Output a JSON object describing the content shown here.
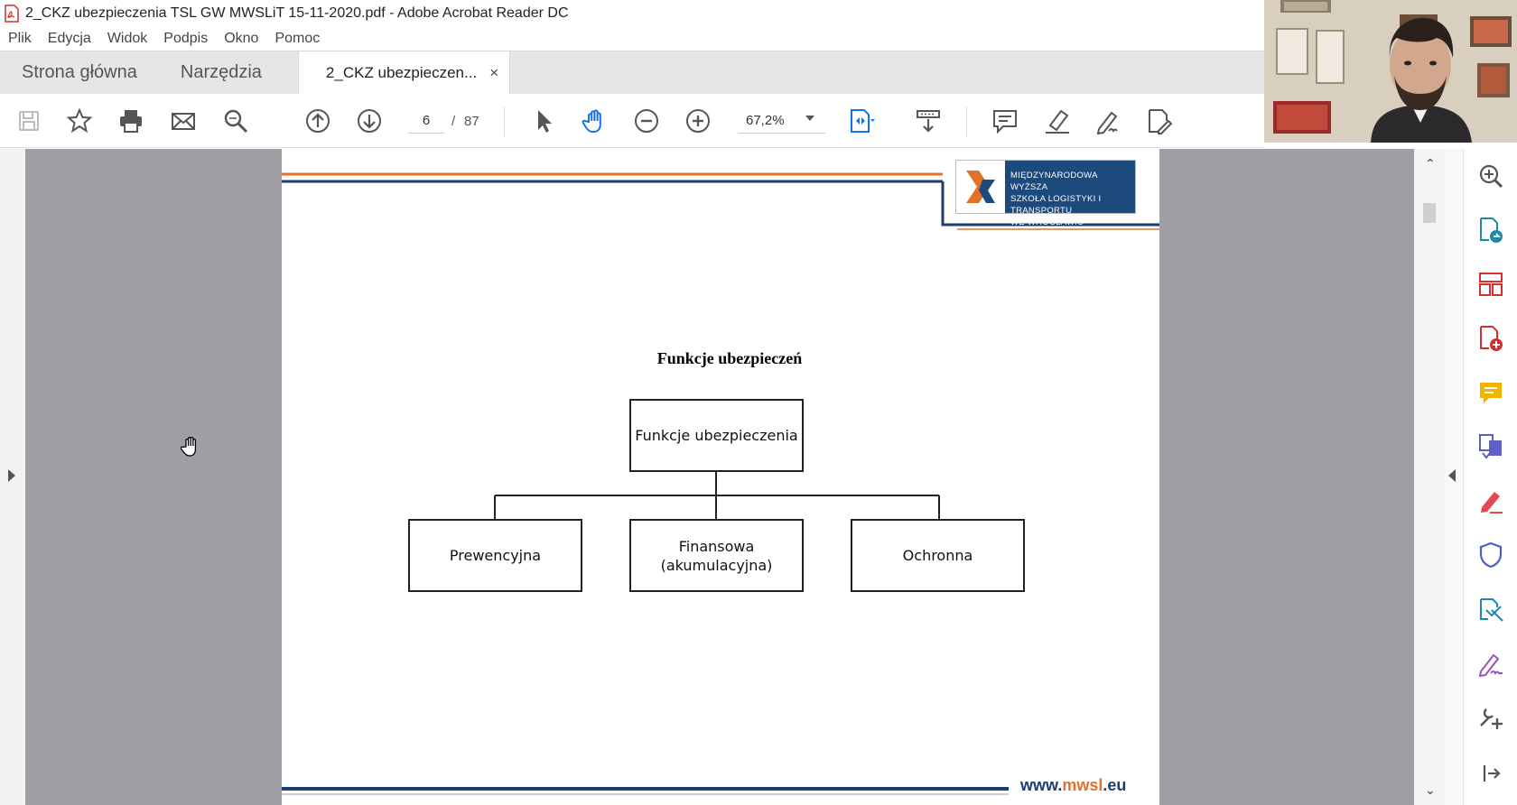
{
  "window": {
    "title": "2_CKZ ubezpieczenia TSL GW MWSLiT 15-11-2020.pdf - Adobe Acrobat Reader DC"
  },
  "menu": [
    "Plik",
    "Edycja",
    "Widok",
    "Podpis",
    "Okno",
    "Pomoc"
  ],
  "tabs": {
    "home": "Strona główna",
    "tools": "Narzędzia",
    "document": "2_CKZ ubezpieczen...",
    "close": "×"
  },
  "toolbar": {
    "current_page": "6",
    "page_sep": "/",
    "total_pages": "87",
    "zoom": "67,2%"
  },
  "slide": {
    "logo_text": [
      "MIĘDZYNARODOWA WYŻSZA",
      "SZKOŁA LOGISTYKI I TRANSPORTU",
      "WE WROCŁAWIU"
    ],
    "title": "Funkcje ubezpieczeń",
    "root_box": "Funkcje ubezpieczenia",
    "children": [
      "Prewencyjna",
      "Finansowa\n(akumulacyjna)",
      "Ochronna"
    ],
    "website_prefix": "www.",
    "website_accent": "mwsl",
    "website_suffix": ".eu"
  },
  "colors": {
    "accent_blue": "#1c4a7d",
    "accent_orange": "#e4712a",
    "acrobat_red": "#d32f2f",
    "tool_blue": "#1473e6"
  },
  "icons": {
    "toolbar": [
      "save-icon",
      "bookmark-star-icon",
      "print-icon",
      "email-icon",
      "search-icon",
      "page-up-icon",
      "page-down-icon",
      "select-cursor-icon",
      "hand-tool-icon",
      "zoom-out-icon",
      "zoom-in-icon",
      "fit-page-icon",
      "scroll-mode-icon",
      "comment-icon",
      "highlight-icon",
      "sign-icon",
      "edit-pdf-icon"
    ],
    "right_panel": [
      "zoom-panel-icon",
      "export-pdf-icon",
      "organize-pages-icon",
      "create-pdf-icon",
      "comment-tool-icon",
      "combine-files-icon",
      "fill-sign-icon",
      "protect-icon",
      "send-icon",
      "signature-icon",
      "more-tools-icon",
      "collapse-panel-icon"
    ]
  }
}
